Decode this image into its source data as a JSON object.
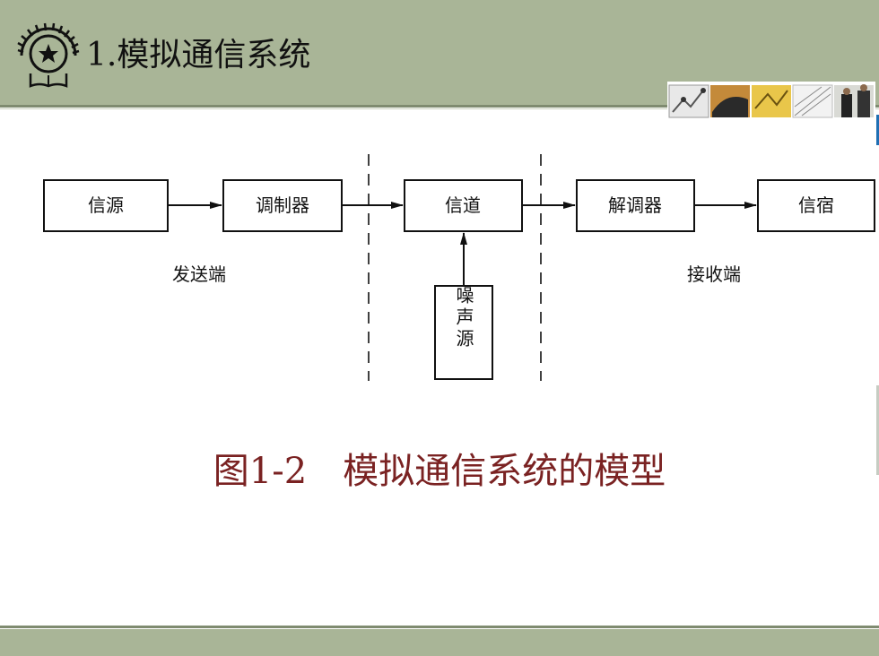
{
  "slide": {
    "title": "1.模拟通信系统",
    "caption": "图1-2　模拟通信系统的模型"
  },
  "diagram": {
    "blocks": {
      "source": "信源",
      "modulator": "调制器",
      "channel": "信道",
      "demodulator": "解调器",
      "sink": "信宿",
      "noise": "噪声源"
    },
    "labels": {
      "transmitter": "发送端",
      "receiver": "接收端"
    }
  },
  "icons": [
    "star-book-logo-icon",
    "photo-strip-icon"
  ],
  "colors": {
    "header": "#a9b597",
    "caption": "#7a2222",
    "accent": "#1f6fb3"
  }
}
